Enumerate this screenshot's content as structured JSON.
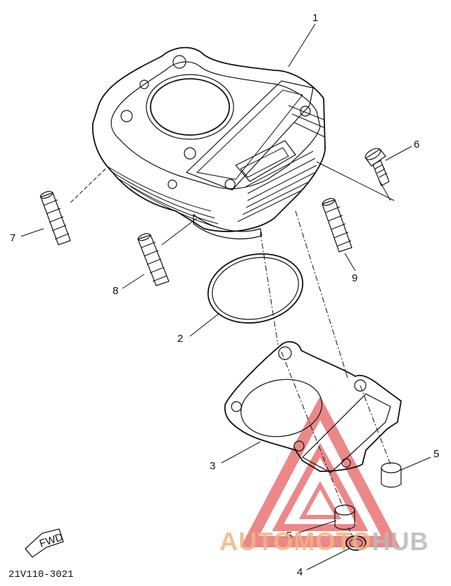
{
  "callouts": {
    "c1": "1",
    "c2": "2",
    "c3": "3",
    "c4": "4",
    "c5a": "5",
    "c5b": "5",
    "c6": "6",
    "c7": "7",
    "c8": "8",
    "c9": "9"
  },
  "fwd_label": "FWD",
  "drawing_code": "21V110-3021",
  "watermark": {
    "part1": "AUTOMOTO",
    "part2": "HUB",
    "color_primary": "#f0b483",
    "color_secondary": "#b9b9b9",
    "triangle_color": "#e03a3a"
  }
}
